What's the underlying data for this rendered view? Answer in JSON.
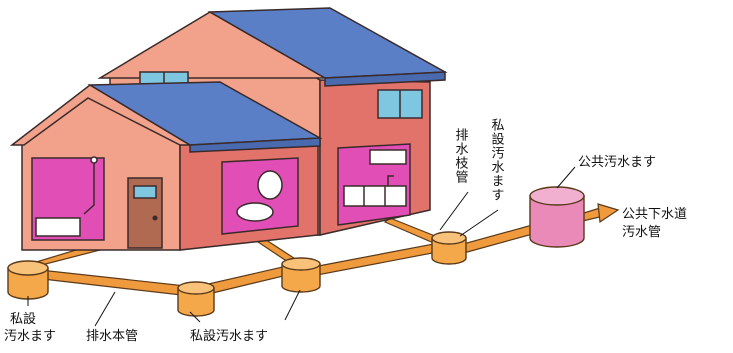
{
  "labels": {
    "private_manhole_left": [
      "私設",
      "汚水ます"
    ],
    "main_drain_pipe": "排水本管",
    "private_manhole_center": "私設汚水ます",
    "drain_branch_pipe": "排水枝管",
    "private_manhole_right": "私設汚水ます",
    "public_manhole": "公共汚水ます",
    "public_sewer_pipe": [
      "公共下水道",
      "汚水管"
    ]
  },
  "colors": {
    "roof": "#5b7fc6",
    "wall_front": "#f2a28a",
    "wall_side": "#e2736a",
    "room_interior": "#e14fb6",
    "pipe": "#f09a3e",
    "manhole": "#f5a84a",
    "public_manhole": "#e98ab8"
  }
}
